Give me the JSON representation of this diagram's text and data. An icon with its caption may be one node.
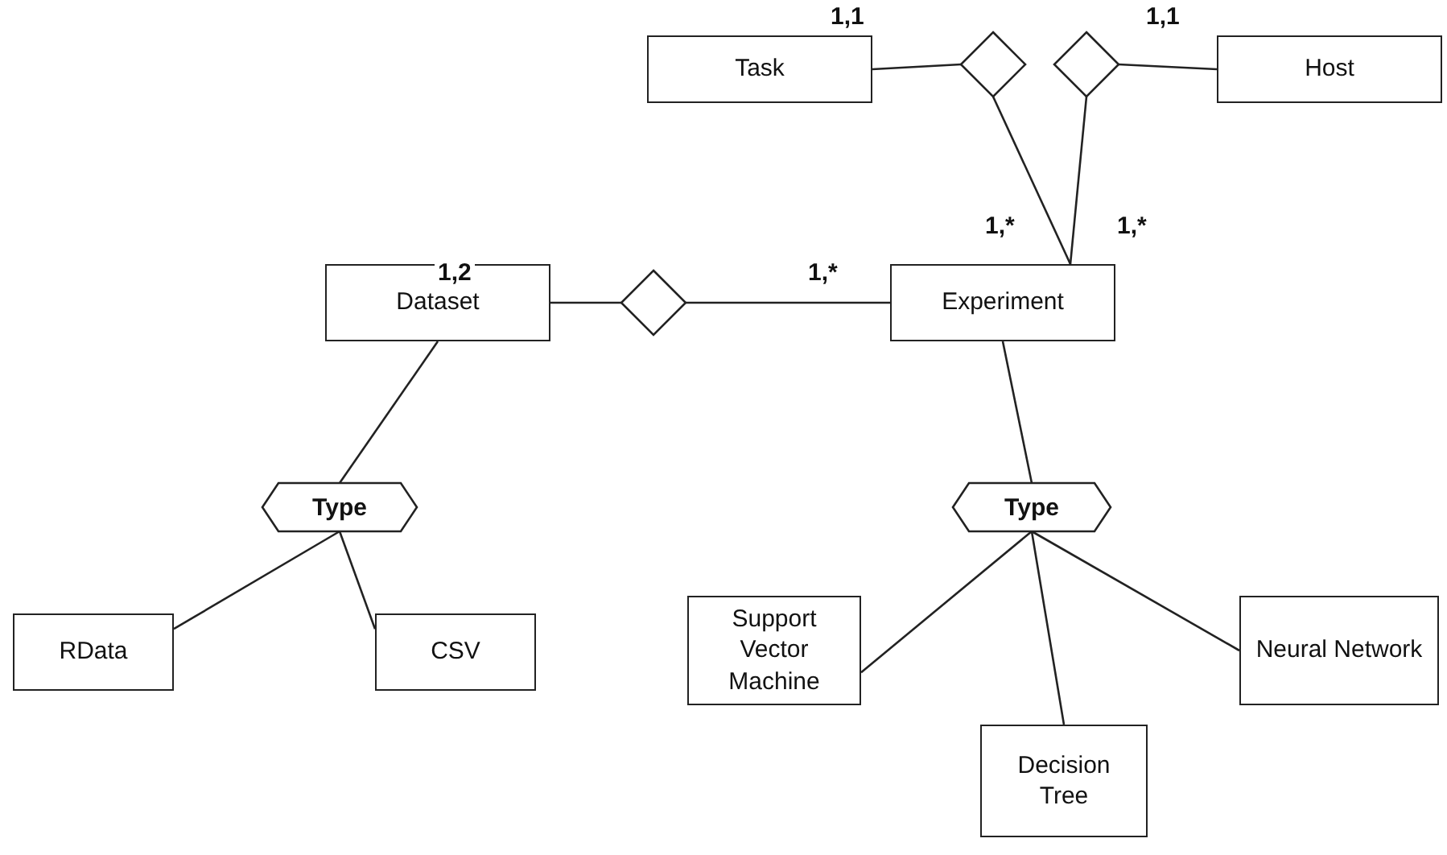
{
  "diagram": {
    "nodes": [
      {
        "text": [
          "Task"
        ]
      },
      {
        "text": [],
        "shape": "diamond"
      },
      {
        "text": [],
        "shape": "diamond"
      },
      {
        "text": [
          "Host"
        ]
      },
      {
        "text": [
          "Dataset"
        ]
      },
      {
        "text": [],
        "shape": "diamond"
      },
      {
        "text": [
          "Experiment"
        ]
      },
      {
        "text": [
          "Type"
        ]
      },
      {
        "text": [
          "RData"
        ]
      },
      {
        "text": [
          "CSV"
        ]
      },
      {
        "text": [
          "Type"
        ]
      },
      {
        "text": [
          "Support Vector Machine"
        ]
      },
      {
        "text": [
          "Decision Tree"
        ]
      },
      {
        "text": [
          "Neural Network"
        ]
      }
    ],
    "edges": [
      {
        "from": 0,
        "to": 1,
        "arrow": "none",
        "label": "1,1"
      },
      {
        "from": 1,
        "to": 6,
        "arrow": "none",
        "label": "1,*"
      },
      {
        "from": 2,
        "to": 6,
        "arrow": "none",
        "label": "1,*"
      },
      {
        "from": 3,
        "to": 2,
        "arrow": "none",
        "label": "1,1"
      },
      {
        "from": 4,
        "to": 5,
        "arrow": "none",
        "label": "1,2"
      },
      {
        "from": 5,
        "to": 6,
        "arrow": "none",
        "label": "1,*"
      },
      {
        "from": 4,
        "to": 7,
        "arrow": "none"
      },
      {
        "from": 7,
        "to": 8,
        "arrow": "none"
      },
      {
        "from": 7,
        "to": 9,
        "arrow": "none"
      },
      {
        "from": 6,
        "to": 10,
        "arrow": "none"
      },
      {
        "from": 10,
        "to": 11,
        "arrow": "none"
      },
      {
        "from": 10,
        "to": 12,
        "arrow": "none"
      },
      {
        "from": 10,
        "to": 13,
        "arrow": "none"
      }
    ]
  }
}
